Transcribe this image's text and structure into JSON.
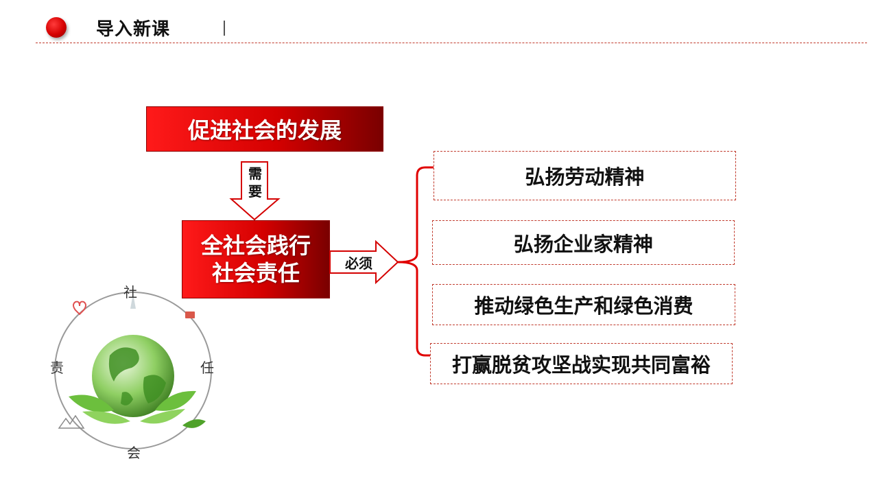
{
  "header": {
    "title": "导入新课"
  },
  "diagram": {
    "top_node": "促进社会的发展",
    "down_arrow_label": [
      "需",
      "要"
    ],
    "middle_node": [
      "全社会践行",
      "社会责任"
    ],
    "right_arrow_label": "必须",
    "items": [
      "弘扬劳动精神",
      "弘扬企业家精神",
      "推动绿色生产和绿色消费",
      "打赢脱贫攻坚战实现共同富裕"
    ]
  },
  "illustration": {
    "ring_chars": {
      "top": "社",
      "left": "责",
      "right": "任",
      "bottom": "会"
    },
    "icons": [
      "heart-icon",
      "globe-icon",
      "leaf-icon",
      "mountain-icon",
      "book-icon"
    ]
  },
  "colors": {
    "accent_red": "#d40000",
    "dark_red": "#7a0000",
    "globe_green": "#5fa832"
  }
}
